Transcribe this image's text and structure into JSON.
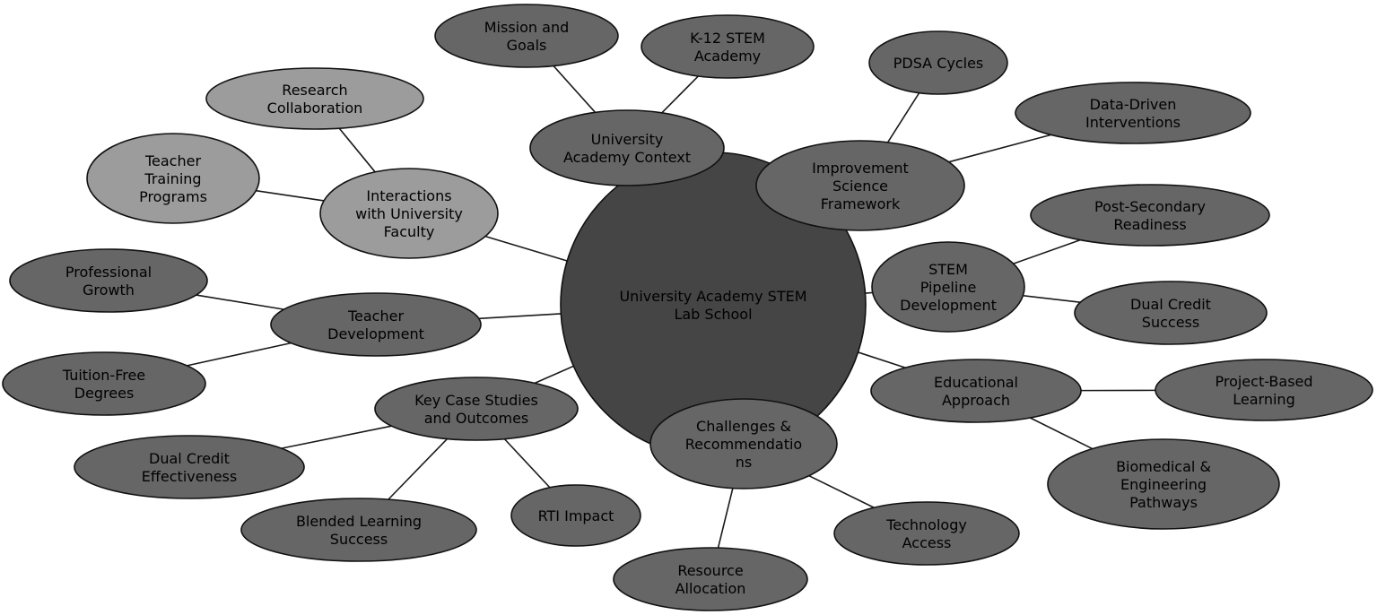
{
  "colors": {
    "center_fill": "#454545",
    "node_fill": "#666666",
    "branch_light_fill": "#9c9c9c",
    "edge": "#1a1a1a",
    "background": "#ffffff"
  },
  "center": {
    "id": "center",
    "label": [
      "University Academy STEM",
      "Lab School"
    ]
  },
  "nodes": [
    {
      "id": "context",
      "label": [
        "University",
        "Academy Context"
      ],
      "tone": "node"
    },
    {
      "id": "mission",
      "label": [
        "Mission and",
        "Goals"
      ],
      "tone": "node"
    },
    {
      "id": "k12",
      "label": [
        "K-12 STEM",
        "Academy"
      ],
      "tone": "node"
    },
    {
      "id": "improvement",
      "label": [
        "Improvement",
        "Science",
        "Framework"
      ],
      "tone": "node"
    },
    {
      "id": "pdsa",
      "label": [
        "PDSA Cycles"
      ],
      "tone": "node"
    },
    {
      "id": "datadriven",
      "label": [
        "Data-Driven",
        "Interventions"
      ],
      "tone": "node"
    },
    {
      "id": "interactions",
      "label": [
        "Interactions",
        "with University",
        "Faculty"
      ],
      "tone": "light"
    },
    {
      "id": "research",
      "label": [
        "Research",
        "Collaboration"
      ],
      "tone": "light"
    },
    {
      "id": "training",
      "label": [
        "Teacher",
        "Training",
        "Programs"
      ],
      "tone": "light"
    },
    {
      "id": "pipeline",
      "label": [
        "STEM",
        "Pipeline",
        "Development"
      ],
      "tone": "node"
    },
    {
      "id": "postsec",
      "label": [
        "Post-Secondary",
        "Readiness"
      ],
      "tone": "node"
    },
    {
      "id": "dualsuccess",
      "label": [
        "Dual Credit",
        "Success"
      ],
      "tone": "node"
    },
    {
      "id": "teacherdev",
      "label": [
        "Teacher",
        "Development"
      ],
      "tone": "node"
    },
    {
      "id": "profgrowth",
      "label": [
        "Professional",
        "Growth"
      ],
      "tone": "node"
    },
    {
      "id": "tuition",
      "label": [
        "Tuition-Free",
        "Degrees"
      ],
      "tone": "node"
    },
    {
      "id": "educational",
      "label": [
        "Educational",
        "Approach"
      ],
      "tone": "node"
    },
    {
      "id": "pbl",
      "label": [
        "Project-Based",
        "Learning"
      ],
      "tone": "node"
    },
    {
      "id": "biomed",
      "label": [
        "Biomedical &",
        "Engineering",
        "Pathways"
      ],
      "tone": "node"
    },
    {
      "id": "casestudies",
      "label": [
        "Key Case Studies",
        "and Outcomes"
      ],
      "tone": "node"
    },
    {
      "id": "dualeff",
      "label": [
        "Dual Credit",
        "Effectiveness"
      ],
      "tone": "node"
    },
    {
      "id": "blended",
      "label": [
        "Blended Learning",
        "Success"
      ],
      "tone": "node"
    },
    {
      "id": "rti",
      "label": [
        "RTI Impact"
      ],
      "tone": "node"
    },
    {
      "id": "challenges",
      "label": [
        "Challenges &",
        "Recommendatio",
        "ns"
      ],
      "tone": "node"
    },
    {
      "id": "resource",
      "label": [
        "Resource",
        "Allocation"
      ],
      "tone": "node"
    },
    {
      "id": "tech",
      "label": [
        "Technology",
        "Access"
      ],
      "tone": "node"
    }
  ],
  "edges": [
    [
      "center",
      "context"
    ],
    [
      "center",
      "improvement"
    ],
    [
      "center",
      "interactions"
    ],
    [
      "center",
      "pipeline"
    ],
    [
      "center",
      "teacherdev"
    ],
    [
      "center",
      "educational"
    ],
    [
      "center",
      "casestudies"
    ],
    [
      "center",
      "challenges"
    ],
    [
      "context",
      "mission"
    ],
    [
      "context",
      "k12"
    ],
    [
      "improvement",
      "pdsa"
    ],
    [
      "improvement",
      "datadriven"
    ],
    [
      "interactions",
      "research"
    ],
    [
      "interactions",
      "training"
    ],
    [
      "pipeline",
      "postsec"
    ],
    [
      "pipeline",
      "dualsuccess"
    ],
    [
      "teacherdev",
      "profgrowth"
    ],
    [
      "teacherdev",
      "tuition"
    ],
    [
      "educational",
      "pbl"
    ],
    [
      "educational",
      "biomed"
    ],
    [
      "casestudies",
      "dualeff"
    ],
    [
      "casestudies",
      "blended"
    ],
    [
      "casestudies",
      "rti"
    ],
    [
      "challenges",
      "resource"
    ],
    [
      "challenges",
      "tech"
    ]
  ]
}
